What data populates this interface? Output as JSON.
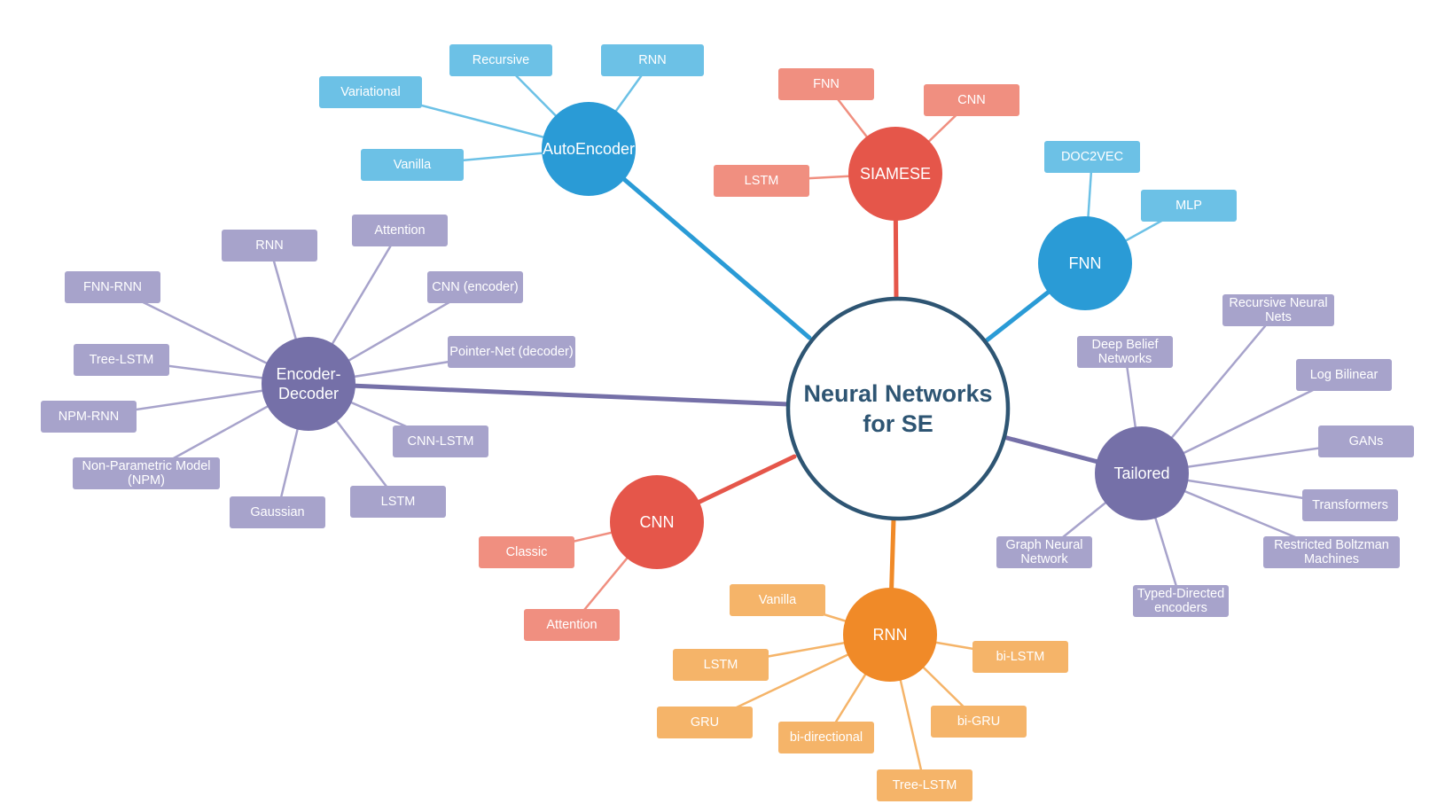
{
  "center": {
    "lines": [
      "Neural Networks",
      "for SE"
    ]
  },
  "colors": {
    "center_stroke": "#2e5573",
    "blue": "#2a9bd6",
    "blue_light": "#6cc1e6",
    "red": "#e5564a",
    "red_light": "#f08f80",
    "purple": "#7570a8",
    "purple_light": "#a7a3cb",
    "orange": "#f08a28",
    "orange_light": "#f5b469"
  },
  "branches": [
    {
      "id": "autoencoder",
      "lines": [
        "AutoEncoder"
      ],
      "color": "blue",
      "leaves": [
        {
          "lines": [
            "Recursive"
          ]
        },
        {
          "lines": [
            "RNN"
          ]
        },
        {
          "lines": [
            "Variational"
          ]
        },
        {
          "lines": [
            "Vanilla"
          ]
        }
      ]
    },
    {
      "id": "siamese",
      "lines": [
        "SIAMESE"
      ],
      "color": "red",
      "leaves": [
        {
          "lines": [
            "FNN"
          ]
        },
        {
          "lines": [
            "CNN"
          ]
        },
        {
          "lines": [
            "LSTM"
          ]
        }
      ]
    },
    {
      "id": "fnn",
      "lines": [
        "FNN"
      ],
      "color": "blue",
      "leaves": [
        {
          "lines": [
            "DOC2VEC"
          ]
        },
        {
          "lines": [
            "MLP"
          ]
        }
      ]
    },
    {
      "id": "encoder-decoder",
      "lines": [
        "Encoder-",
        "Decoder"
      ],
      "color": "purple",
      "leaves": [
        {
          "lines": [
            "Attention"
          ]
        },
        {
          "lines": [
            "RNN"
          ]
        },
        {
          "lines": [
            "FNN-RNN"
          ]
        },
        {
          "lines": [
            "CNN (encoder)"
          ]
        },
        {
          "lines": [
            "Pointer-Net (decoder)"
          ]
        },
        {
          "lines": [
            "Tree-LSTM"
          ]
        },
        {
          "lines": [
            "NPM-RNN"
          ]
        },
        {
          "lines": [
            "CNN-LSTM"
          ]
        },
        {
          "lines": [
            "Non-Parametric Model",
            "(NPM)"
          ]
        },
        {
          "lines": [
            "LSTM"
          ]
        },
        {
          "lines": [
            "Gaussian"
          ]
        }
      ]
    },
    {
      "id": "tailored",
      "lines": [
        "Tailored"
      ],
      "color": "purple",
      "leaves": [
        {
          "lines": [
            "Recursive Neural",
            "Nets"
          ]
        },
        {
          "lines": [
            "Deep Belief",
            "Networks"
          ]
        },
        {
          "lines": [
            "Log Bilinear"
          ]
        },
        {
          "lines": [
            "GANs"
          ]
        },
        {
          "lines": [
            "Transformers"
          ]
        },
        {
          "lines": [
            "Restricted Boltzman",
            "Machines"
          ]
        },
        {
          "lines": [
            "Graph Neural",
            "Network"
          ]
        },
        {
          "lines": [
            "Typed-Directed",
            "encoders"
          ]
        }
      ]
    },
    {
      "id": "cnn",
      "lines": [
        "CNN"
      ],
      "color": "red",
      "leaves": [
        {
          "lines": [
            "Classic"
          ]
        },
        {
          "lines": [
            "Attention"
          ]
        }
      ]
    },
    {
      "id": "rnn",
      "lines": [
        "RNN"
      ],
      "color": "orange",
      "leaves": [
        {
          "lines": [
            "Vanilla"
          ]
        },
        {
          "lines": [
            "LSTM"
          ]
        },
        {
          "lines": [
            "GRU"
          ]
        },
        {
          "lines": [
            "bi-directional"
          ]
        },
        {
          "lines": [
            "Tree-LSTM"
          ]
        },
        {
          "lines": [
            "bi-GRU"
          ]
        },
        {
          "lines": [
            "bi-LSTM"
          ]
        }
      ]
    }
  ]
}
